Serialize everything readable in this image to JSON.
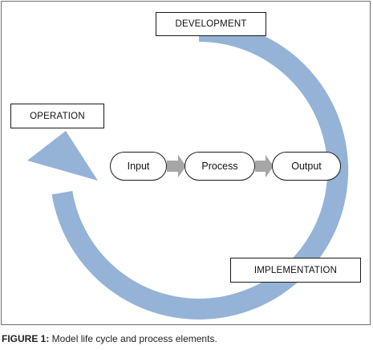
{
  "stages": {
    "development": "DEVELOPMENT",
    "operation": "OPERATION",
    "implementation": "IMPLEMENTATION"
  },
  "process": {
    "input": "Input",
    "process": "Process",
    "output": "Output"
  },
  "caption": {
    "label": "FIGURE 1:",
    "text": " Model life cycle and process elements."
  },
  "colors": {
    "cycle_arrow": "#95b3d7",
    "flow_arrow": "#a6a6a6",
    "border": "#1a1a1a"
  }
}
